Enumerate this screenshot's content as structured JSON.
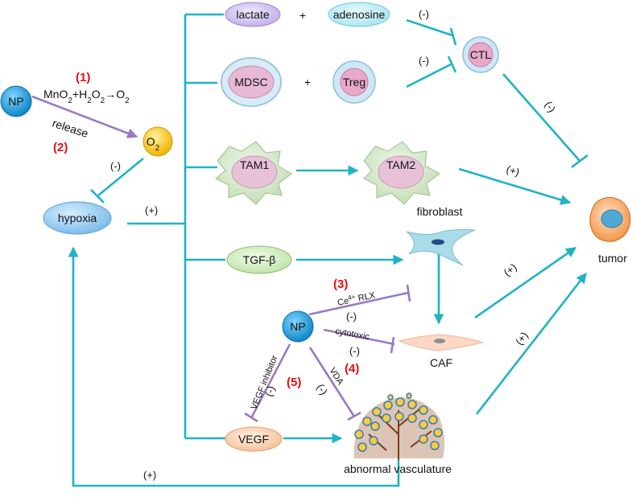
{
  "nodes": {
    "lactate": "lactate",
    "adenosine": "adenosine",
    "plus_top": "+",
    "ctl": "CTL",
    "mdsc": "MDSC",
    "plus_mid": "+",
    "treg": "Treg",
    "tam1": "TAM1",
    "tam2": "TAM2",
    "np_left": "NP",
    "o2_label": "O",
    "o2_sub": "2",
    "hypoxia": "hypoxia",
    "fibroblast": "fibroblast",
    "tgf": "TGF-β",
    "np_center": "NP",
    "caf": "CAF",
    "vegf": "VEGF",
    "vasculature": "abnormal vasculature",
    "tumor": "tumor"
  },
  "reaction": {
    "p1": "MnO",
    "s1": "2",
    "p2": "+H",
    "s2": "2",
    "p3": "O",
    "s3": "2",
    "p4": "→O",
    "s4": "2",
    "release": "release"
  },
  "markers": {
    "m1": "(1)",
    "m2": "(2)",
    "m3": "(3)",
    "m4": "(4)",
    "m5": "(5)"
  },
  "signs": {
    "adenosine_ctl": "(-)",
    "treg_ctl": "(-)",
    "ctl_tumor": "(-)",
    "tam2_tumor": "(+)",
    "o2_hypoxia": "(-)",
    "hypoxia_branch": "(+)",
    "caf_tumor": "(+)",
    "vasc_tumor": "(+)",
    "rlx": "(-)",
    "cytotoxic": "(-)",
    "vegf_inh": "(-)",
    "vda": "(-)",
    "vasc_hypoxia": "(+)"
  },
  "edge_labels": {
    "rlx_pre": "Ce",
    "rlx_sup": "4+",
    "rlx_post": " RLX",
    "cytotoxic": "cytotoxic",
    "vegf_inhibitor": "VEGF inhibitor",
    "vda": "VDA"
  },
  "colors": {
    "connector": "#1fb3c4",
    "np_arrow": "#9a79c2",
    "marker_red": "#e01010",
    "hypoxia_fill": "#8ec9ee",
    "np_fill": "#1aa3d8",
    "o2_fill": "#f6c21c"
  }
}
